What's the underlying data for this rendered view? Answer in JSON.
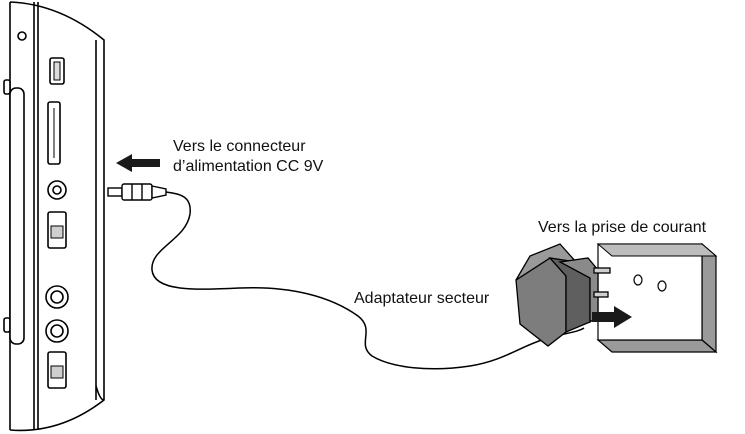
{
  "labels": {
    "connector_line1": "Vers le connecteur",
    "connector_line2": "d’alimentation CC 9V",
    "outlet": "Vers la prise de courant",
    "adapter": "Adaptateur secteur"
  },
  "colors": {
    "line": "#000000",
    "wall_plate": "#9a9a9a",
    "wall_face": "#ffffff",
    "adapter_body": "#7d7d7d",
    "adapter_shadow": "#5f5f5f",
    "arrow": "#1a1a1a"
  }
}
